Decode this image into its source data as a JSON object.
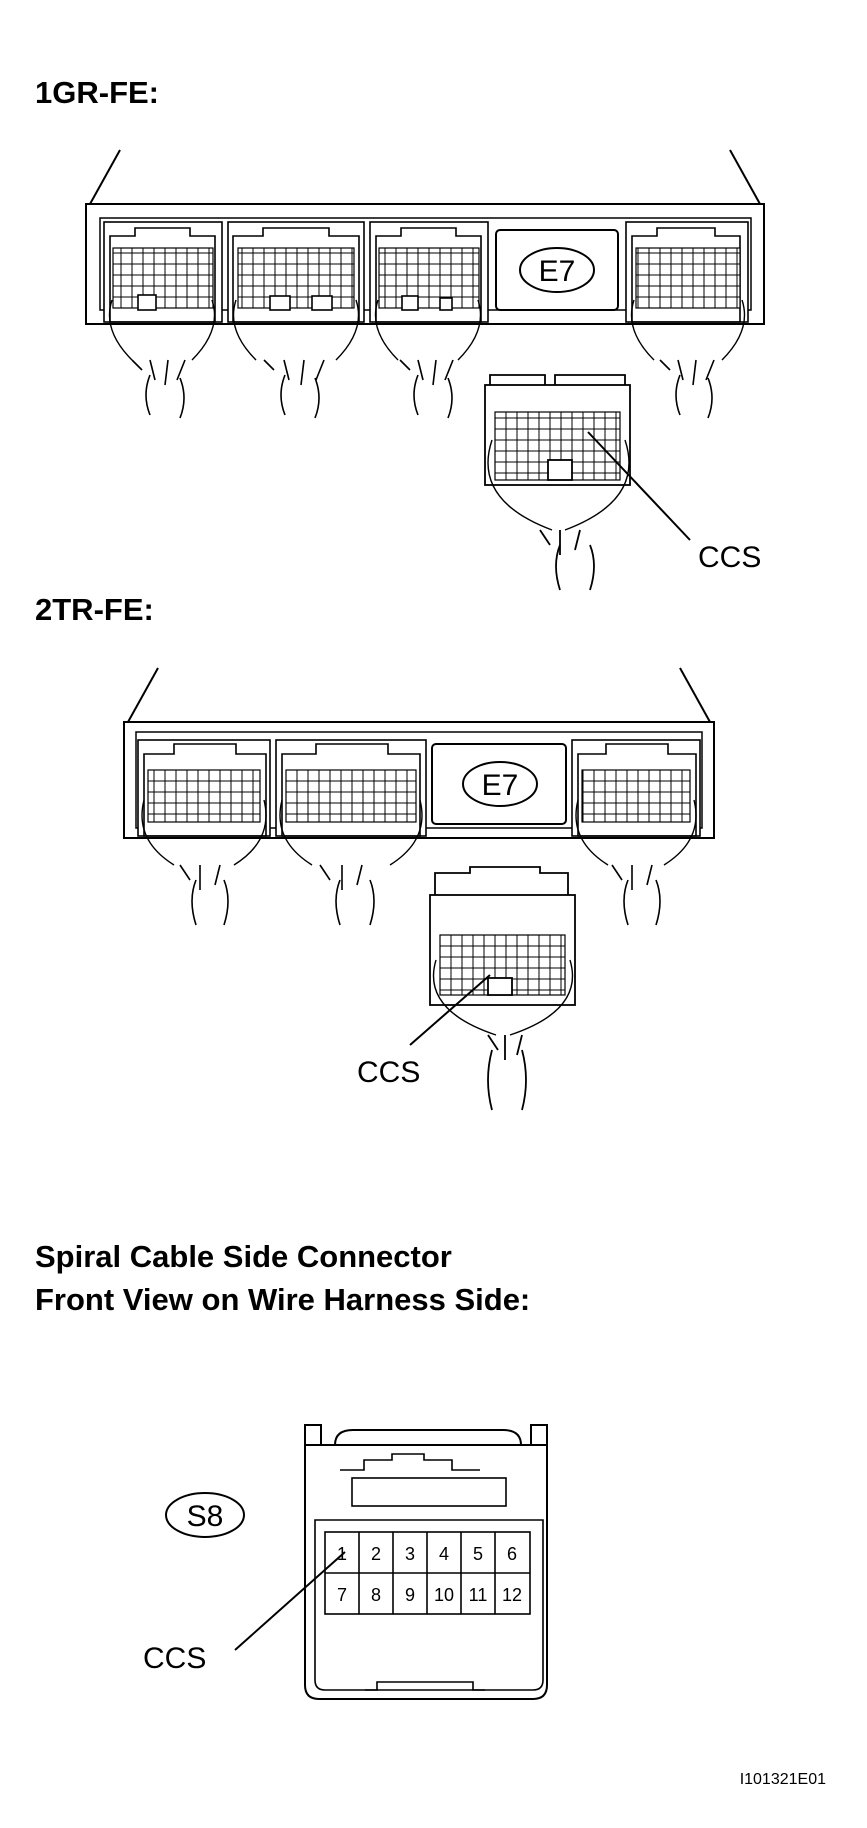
{
  "diagram": {
    "top_heading": "1GR-FE:",
    "mid_heading": "2TR-FE:",
    "ecu_connector_id": "E7",
    "ccs_label": "CCS",
    "spiral_heading_line1": "Spiral Cable Side Connector",
    "spiral_heading_line2": "Front View on Wire Harness Side:",
    "spiral_connector_id": "S8",
    "pins_row1": [
      "1",
      "2",
      "3",
      "4",
      "5",
      "6"
    ],
    "pins_row2": [
      "7",
      "8",
      "9",
      "10",
      "11",
      "12"
    ],
    "figure_code": "I101321E01"
  }
}
